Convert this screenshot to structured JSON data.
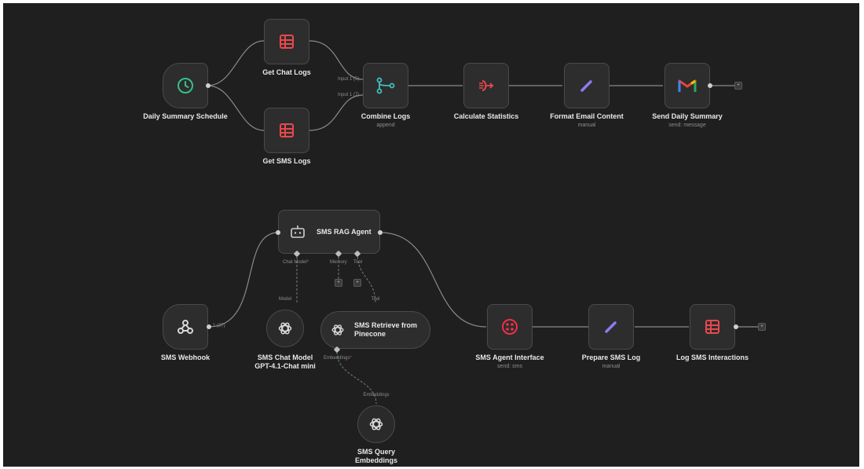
{
  "colors": {
    "canvas": "#1f1f1f",
    "node_bg": "#2d2d2d",
    "edge": "#8a8a8a",
    "sheets_red": "#e8484d",
    "schedule_green": "#35c08a",
    "merge_teal": "#3fc0c0",
    "code_purple": "#8a7cf0",
    "gmail_red": "#ea4335",
    "twilio_red": "#f22f46"
  },
  "workflow_top": {
    "schedule": {
      "label": "Daily Summary Schedule",
      "icon": "clock-icon"
    },
    "get_chat": {
      "label": "Get Chat Logs",
      "icon": "sheets-icon"
    },
    "get_sms": {
      "label": "Get SMS Logs",
      "icon": "sheets-icon"
    },
    "combine": {
      "label": "Combine Logs",
      "sub": "append",
      "icon": "merge-icon",
      "port_in_1": "Input 1 (5)",
      "port_in_2": "Input 1 (7)"
    },
    "calc": {
      "label": "Calculate Statistics",
      "icon": "code-icon"
    },
    "format": {
      "label": "Format Email Content",
      "sub": "manual",
      "icon": "pencil-icon"
    },
    "send": {
      "label": "Send Daily Summary",
      "sub": "send: message",
      "icon": "gmail-icon"
    }
  },
  "workflow_bottom": {
    "agent": {
      "label": "SMS RAG Agent",
      "icon": "robot-icon",
      "port_chat_model": "Chat Model",
      "port_memory": "Memory",
      "port_tool": "Tool"
    },
    "webhook": {
      "label": "SMS Webhook",
      "icon": "webhook-icon",
      "out_count": "1 (37)"
    },
    "chat_model": {
      "label": "SMS Chat Model GPT-4.1-Chat mini",
      "icon": "openai-icon",
      "port": "Model"
    },
    "retriever": {
      "label": "SMS Retrieve from Pinecone",
      "icon": "openai-icon",
      "port_top": "Tool",
      "port_bottom": "Embeddings"
    },
    "embeddings": {
      "label": "SMS Query Embeddings",
      "icon": "openai-icon",
      "port": "Embeddings"
    },
    "sms_interface": {
      "label": "SMS Agent Interface",
      "sub": "send: sms",
      "icon": "twilio-icon"
    },
    "prepare_log": {
      "label": "Prepare SMS Log",
      "sub": "manual",
      "icon": "pencil-icon"
    },
    "log_sms": {
      "label": "Log SMS Interactions",
      "icon": "sheets-icon"
    }
  }
}
